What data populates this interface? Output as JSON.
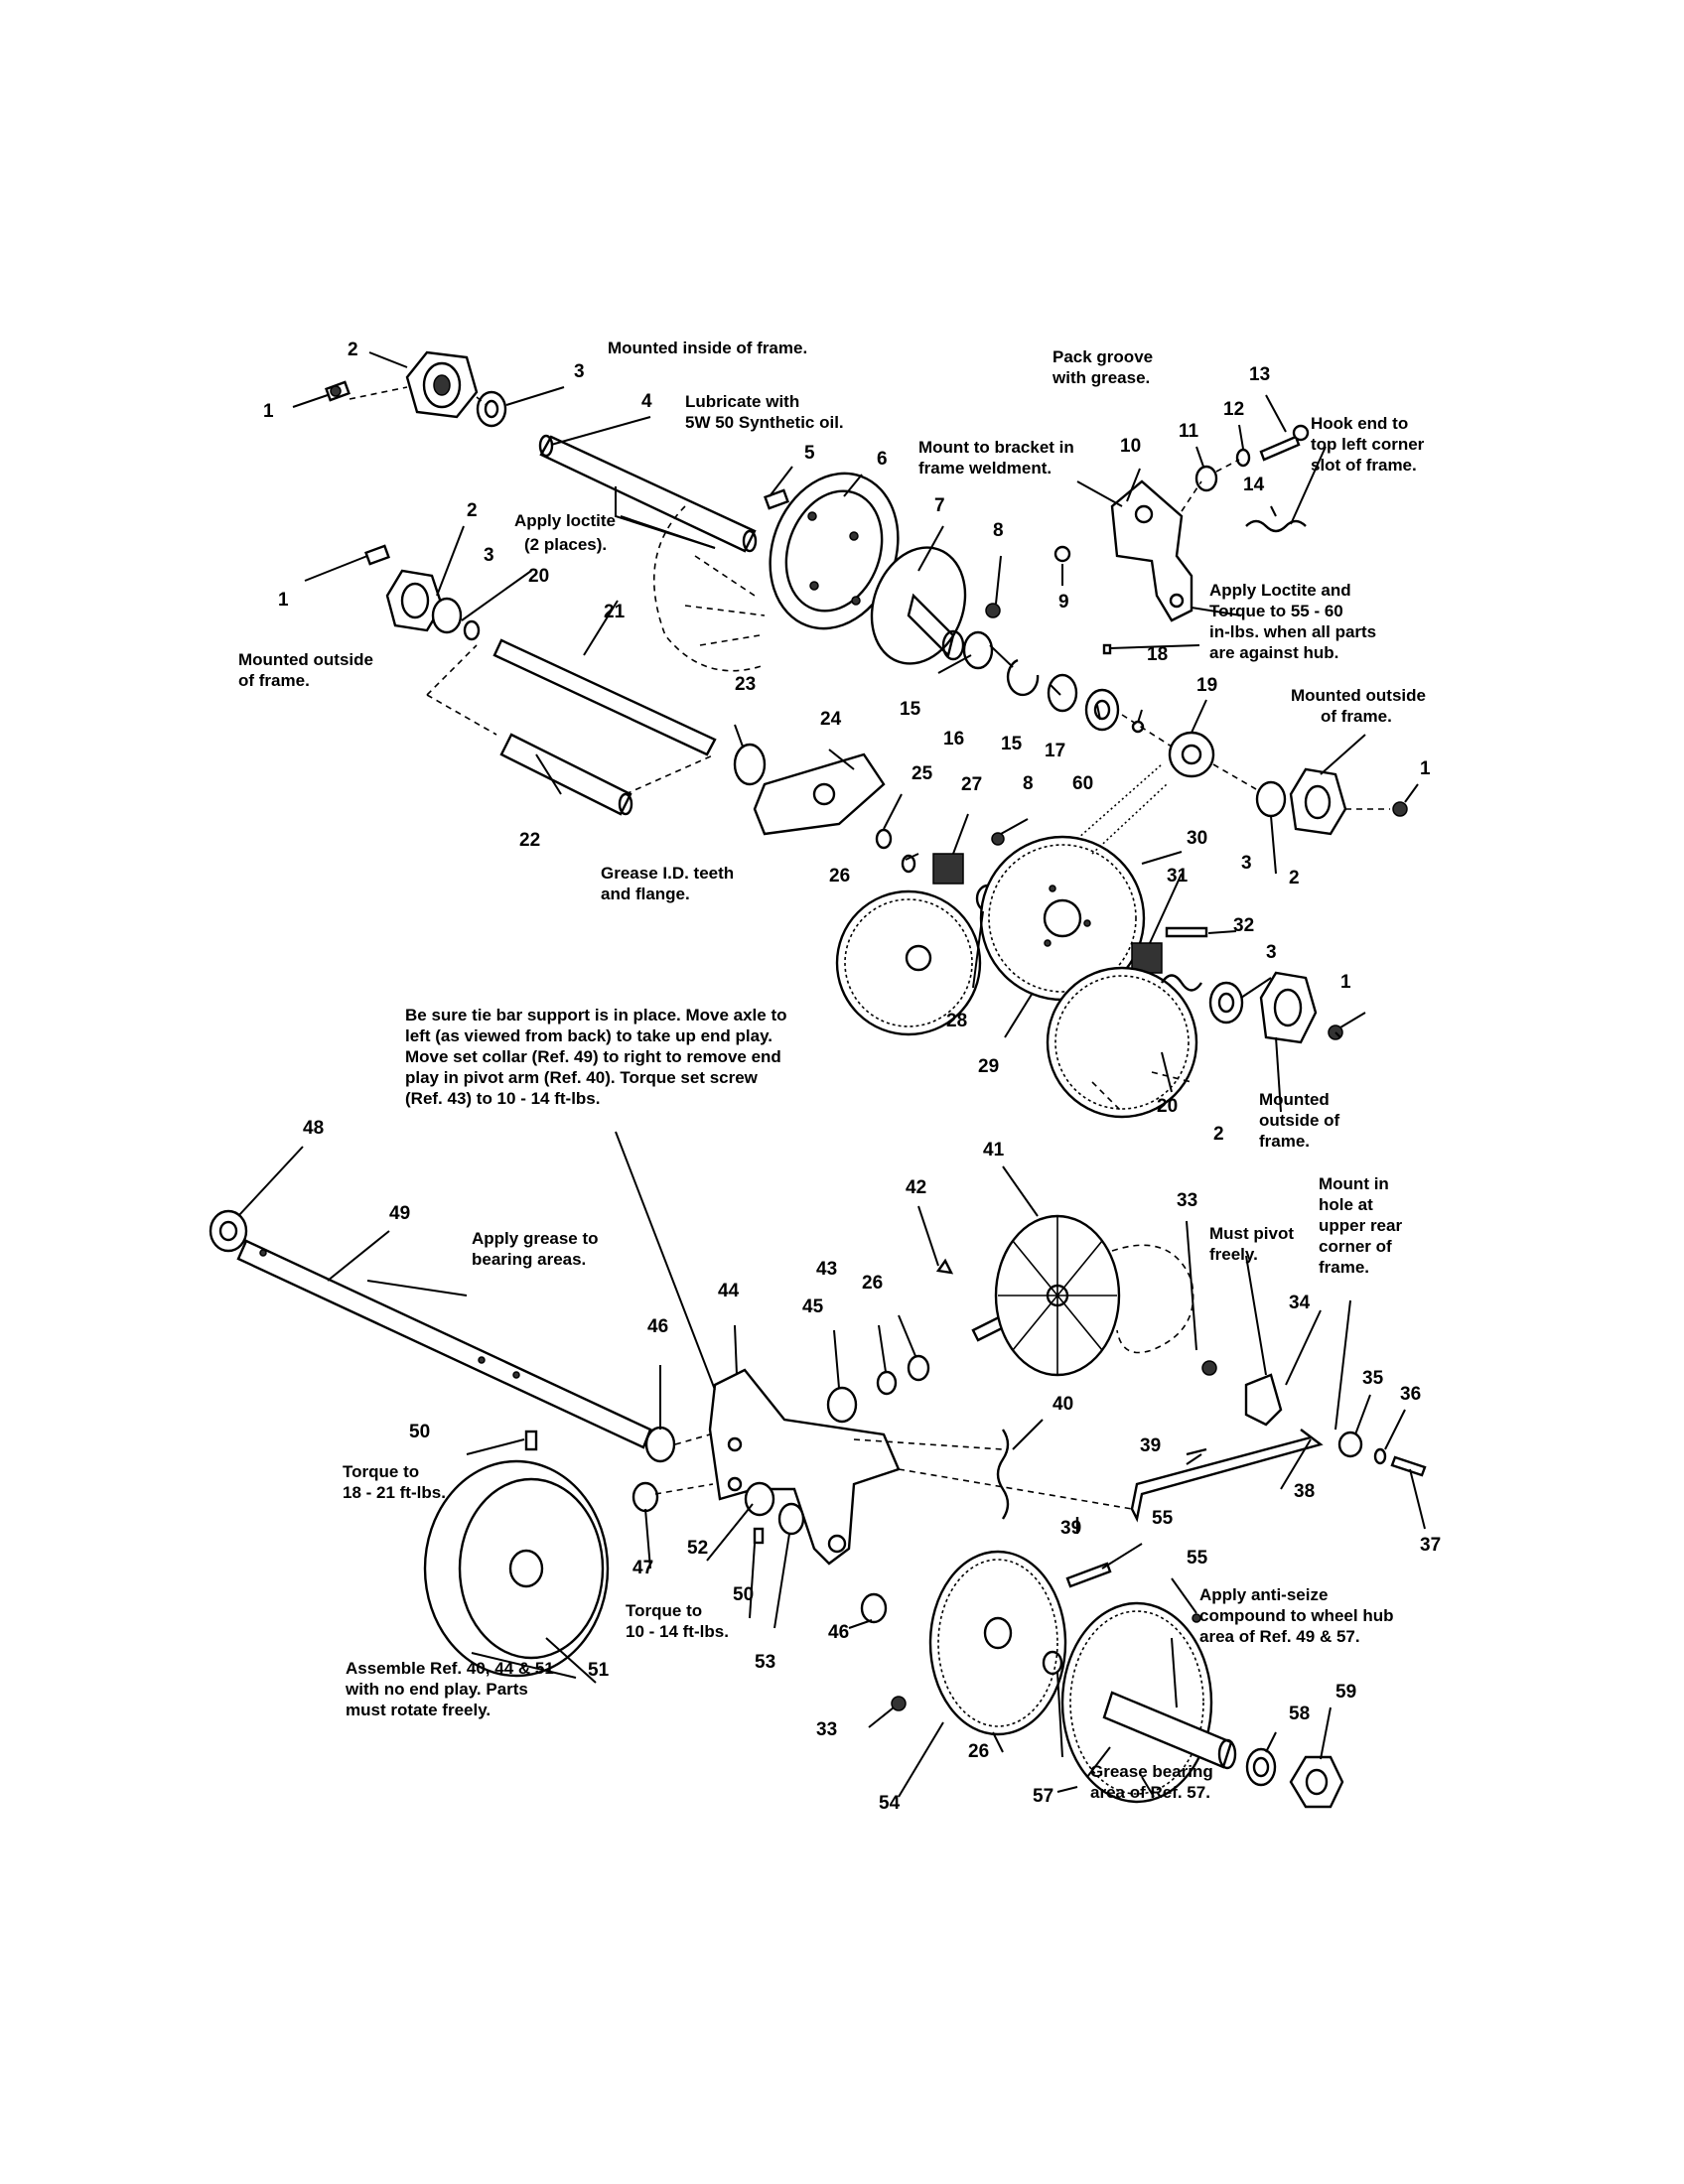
{
  "notes": {
    "mounted_inside": "Mounted inside of frame.",
    "lubricate_l1": "Lubricate with",
    "lubricate_l2": "5W 50 Synthetic oil.",
    "pack_groove_l1": "Pack groove",
    "pack_groove_l2": "with grease.",
    "hook_end_l1": "Hook end to",
    "hook_end_l2": "top left corner",
    "hook_end_l3": "slot of frame.",
    "mount_bracket_l1": "Mount to bracket in",
    "mount_bracket_l2": "frame weldment.",
    "apply_loctite_l1": "Apply loctite",
    "apply_loctite_l2": "(2 places).",
    "mounted_outside_left_l1": "Mounted outside",
    "mounted_outside_left_l2": "of frame.",
    "apply_loctite_torque_l1": "Apply Loctite and",
    "apply_loctite_torque_l2": "Torque to 55 - 60",
    "apply_loctite_torque_l3": "in-lbs. when all parts",
    "apply_loctite_torque_l4": "are against hub.",
    "mounted_outside_right_l1": "Mounted outside",
    "mounted_outside_right_l2": "of frame.",
    "grease_id_l1": "Grease I.D. teeth",
    "grease_id_l2": "and flange.",
    "tie_bar_l1": "Be sure tie bar support is in place. Move axle to",
    "tie_bar_l2": "left (as viewed from back) to take up end play.",
    "tie_bar_l3": "Move set collar (Ref. 49) to right to remove end",
    "tie_bar_l4": "play in pivot arm (Ref. 40). Torque set screw",
    "tie_bar_l5": "(Ref. 43) to 10 - 14 ft-lbs.",
    "mounted_outside_bottom_l1": "Mounted",
    "mounted_outside_bottom_l2": "outside of",
    "mounted_outside_bottom_l3": "frame.",
    "apply_grease_l1": "Apply grease to",
    "apply_grease_l2": "bearing areas.",
    "must_pivot_l1": "Must pivot",
    "must_pivot_l2": "freely.",
    "mount_in_hole_l1": "Mount in",
    "mount_in_hole_l2": "hole at",
    "mount_in_hole_l3": "upper rear",
    "mount_in_hole_l4": "corner of",
    "mount_in_hole_l5": "frame.",
    "torque_18_l1": "Torque to",
    "torque_18_l2": "18 - 21 ft-lbs.",
    "torque_10_l1": "Torque to",
    "torque_10_l2": "10 - 14 ft-lbs.",
    "anti_seize_l1": "Apply anti-seize",
    "anti_seize_l2": "compound to wheel hub",
    "anti_seize_l3": "area of Ref. 49 & 57.",
    "assemble_l1": "Assemble Ref. 40, 44 & 51",
    "assemble_l2": "with no end play. Parts",
    "assemble_l3": "must rotate freely.",
    "grease_bearing_l1": "Grease bearing",
    "grease_bearing_l2": "area of Ref. 57."
  },
  "refs": {
    "r1a": "1",
    "r2a": "2",
    "r3a": "3",
    "r4": "4",
    "r5": "5",
    "r6": "6",
    "r7": "7",
    "r8a": "8",
    "r9": "9",
    "r10": "10",
    "r11": "11",
    "r12": "12",
    "r13": "13",
    "r14": "14",
    "r2b": "2",
    "r1b": "1",
    "r3b": "3",
    "r20a": "20",
    "r21": "21",
    "r15a": "15",
    "r16": "16",
    "r15b": "15",
    "r17": "17",
    "r18": "18",
    "r19": "19",
    "r60": "60",
    "r23": "23",
    "r24": "24",
    "r22": "22",
    "r25": "25",
    "r27": "27",
    "r8b": "8",
    "r26a": "26",
    "r30": "30",
    "r31": "31",
    "r32": "32",
    "r28": "28",
    "r29": "29",
    "r20b": "20",
    "r3c": "3",
    "r2c": "2",
    "r1c": "1",
    "r3d": "3",
    "r1d": "1",
    "r2d": "2",
    "r48": "48",
    "r49": "49",
    "r41": "41",
    "r42": "42",
    "r33a": "33",
    "r43": "43",
    "r26b": "26",
    "r44": "44",
    "r45": "45",
    "r46a": "46",
    "r34": "34",
    "r35": "35",
    "r36": "36",
    "r40": "40",
    "r39a": "39",
    "r38": "38",
    "r50a": "50",
    "r47": "47",
    "r52": "52",
    "r50b": "50",
    "r53": "53",
    "r46b": "46",
    "r39b": "39",
    "r55a": "55",
    "r55b": "55",
    "r37": "37",
    "r33b": "33",
    "r54": "54",
    "r26c": "26",
    "r57": "57",
    "r58": "58",
    "r59": "59",
    "r51": "51"
  }
}
